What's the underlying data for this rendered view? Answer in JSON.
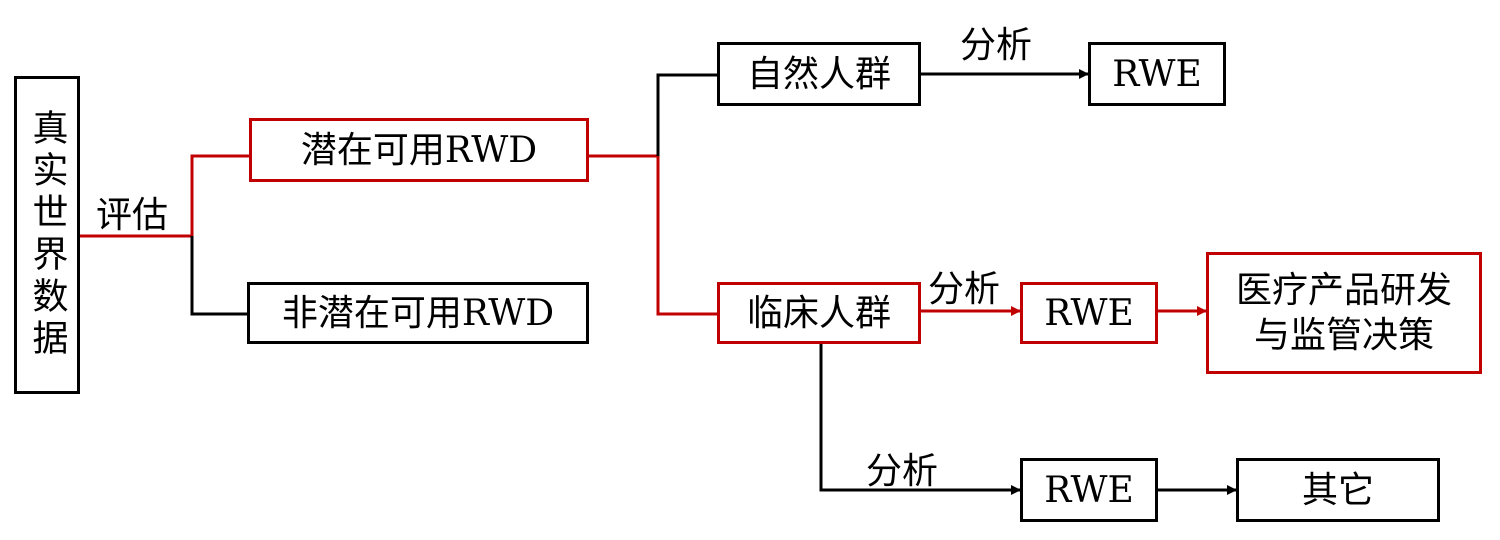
{
  "nodes": {
    "root": "真实世界数据",
    "potential_rwd": "潜在可用RWD",
    "non_potential_rwd": "非潜在可用RWD",
    "natural_population": "自然人群",
    "clinical_population": "临床人群",
    "rwe_natural": "RWE",
    "rwe_clinical": "RWE",
    "rwe_other": "RWE",
    "decision_line1": "医疗产品研发",
    "decision_line2": "与监管决策",
    "other": "其它"
  },
  "edge_labels": {
    "evaluate": "评估",
    "analyze_natural": "分析",
    "analyze_clinical": "分析",
    "analyze_other": "分析"
  },
  "colors": {
    "highlight": "#c00000",
    "default": "#000000"
  }
}
